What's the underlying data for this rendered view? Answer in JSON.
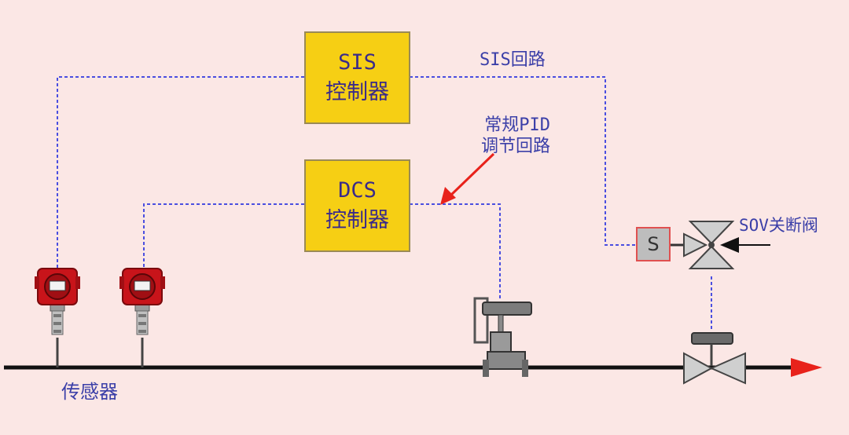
{
  "sis_controller": {
    "line1": "SIS",
    "line2": "控制器"
  },
  "dcs_controller": {
    "line1": "DCS",
    "line2": "控制器"
  },
  "sis_loop_label": "SIS回路",
  "pid_loop_label": {
    "line1": "常规PID",
    "line2": "调节回路"
  },
  "sov_valve_label": "SOV关断阀",
  "solenoid_label": "S",
  "sensor_label": "传感器",
  "colors": {
    "controller_fill": "#f6cf14",
    "signal_line": "#4a4ee0",
    "pipe": "#111111",
    "flow_arrow": "#e8221b",
    "transmitter_head": "#c8141a",
    "label_text": "#3b3fa8"
  }
}
